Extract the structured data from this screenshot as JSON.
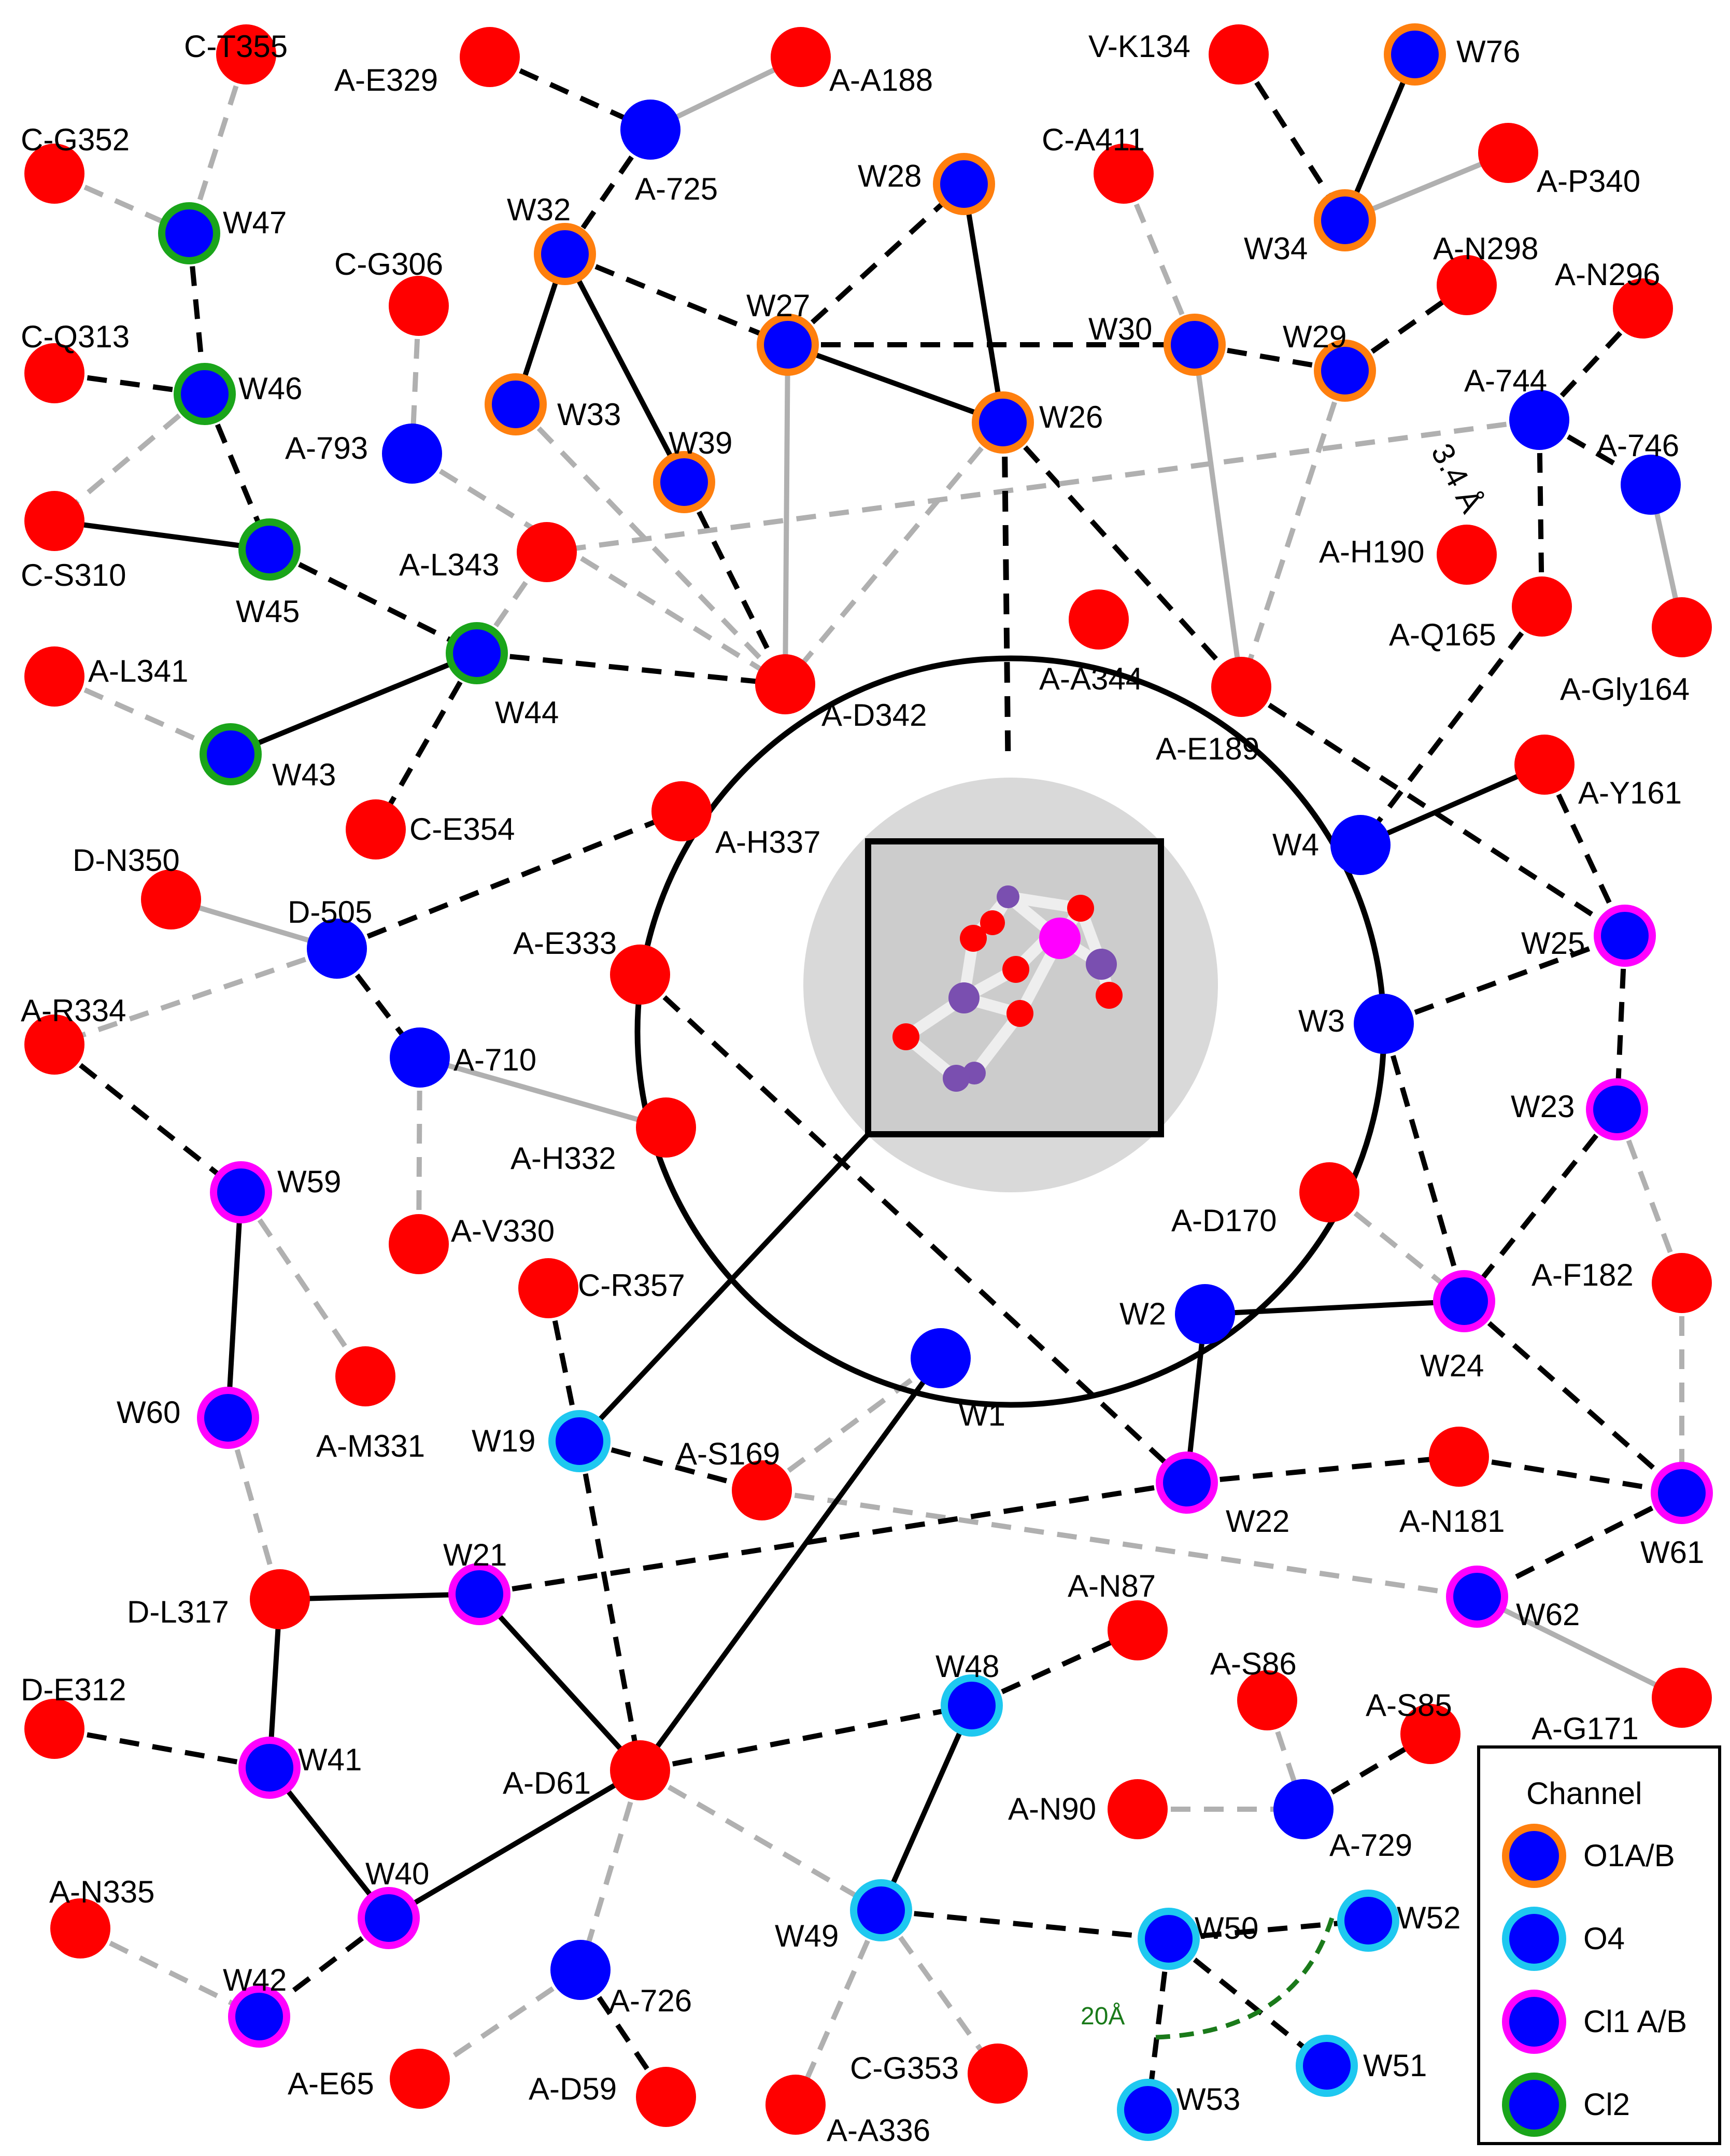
{
  "nodes": [
    {
      "id": "C-T355",
      "kind": "res",
      "label": "C-T355"
    },
    {
      "id": "A-E329",
      "kind": "res",
      "label": "A-E329"
    },
    {
      "id": "A-A188",
      "kind": "res",
      "label": "A-A188"
    },
    {
      "id": "A-725",
      "kind": "ion",
      "label": "A-725"
    },
    {
      "id": "V-K134",
      "kind": "res",
      "label": "V-K134"
    },
    {
      "id": "W76",
      "kind": "water",
      "channel": "o1",
      "label": "W76"
    },
    {
      "id": "C-G352",
      "kind": "res",
      "label": "C-G352"
    },
    {
      "id": "W47",
      "kind": "water",
      "channel": "cl2",
      "label": "W47"
    },
    {
      "id": "C-A411",
      "kind": "res",
      "label": "C-A411"
    },
    {
      "id": "W28",
      "kind": "water",
      "channel": "o1",
      "label": "W28"
    },
    {
      "id": "A-P340",
      "kind": "res",
      "label": "A-P340"
    },
    {
      "id": "W32",
      "kind": "water",
      "channel": "o1",
      "label": "W32"
    },
    {
      "id": "W34",
      "kind": "water",
      "channel": "o1",
      "label": "W34"
    },
    {
      "id": "C-G306",
      "kind": "res",
      "label": "C-G306"
    },
    {
      "id": "A-N298",
      "kind": "res",
      "label": "A-N298"
    },
    {
      "id": "A-N296",
      "kind": "res",
      "label": "A-N296"
    },
    {
      "id": "C-Q313",
      "kind": "res",
      "label": "C-Q313"
    },
    {
      "id": "W46",
      "kind": "water",
      "channel": "cl2",
      "label": "W46"
    },
    {
      "id": "W27",
      "kind": "water",
      "channel": "o1",
      "label": "W27"
    },
    {
      "id": "W30",
      "kind": "water",
      "channel": "o1",
      "label": "W30"
    },
    {
      "id": "W29",
      "kind": "water",
      "channel": "o1",
      "label": "W29"
    },
    {
      "id": "W33",
      "kind": "water",
      "channel": "o1",
      "label": "W33"
    },
    {
      "id": "A-793",
      "kind": "ion",
      "label": "A-793"
    },
    {
      "id": "W39",
      "kind": "water",
      "channel": "o1",
      "label": "W39"
    },
    {
      "id": "W26",
      "kind": "water",
      "channel": "o1",
      "label": "W26"
    },
    {
      "id": "A-744",
      "kind": "ion",
      "label": "A-744"
    },
    {
      "id": "A-746",
      "kind": "ion",
      "label": "A-746"
    },
    {
      "id": "C-S310",
      "kind": "res",
      "label": "C-S310"
    },
    {
      "id": "W45",
      "kind": "water",
      "channel": "cl2",
      "label": "W45"
    },
    {
      "id": "A-L343",
      "kind": "res",
      "label": "A-L343"
    },
    {
      "id": "A-H190",
      "kind": "res",
      "label": "A-H190"
    },
    {
      "id": "A-Q165",
      "kind": "res",
      "label": "A-Q165"
    },
    {
      "id": "A-Gly164",
      "kind": "res",
      "label": "A-Gly164"
    },
    {
      "id": "A-A344",
      "kind": "res",
      "label": "A-A344"
    },
    {
      "id": "A-L341",
      "kind": "res",
      "label": "A-L341"
    },
    {
      "id": "W44",
      "kind": "water",
      "channel": "cl2",
      "label": "W44"
    },
    {
      "id": "A-D342",
      "kind": "res",
      "label": "A-D342"
    },
    {
      "id": "A-E189",
      "kind": "res",
      "label": "A-E189"
    },
    {
      "id": "W43",
      "kind": "water",
      "channel": "cl2",
      "label": "W43"
    },
    {
      "id": "A-Y161",
      "kind": "res",
      "label": "A-Y161"
    },
    {
      "id": "C-E354",
      "kind": "res",
      "label": "C-E354"
    },
    {
      "id": "A-H337",
      "kind": "res",
      "label": "A-H337"
    },
    {
      "id": "W4",
      "kind": "ion",
      "label": "W4"
    },
    {
      "id": "D-N350",
      "kind": "res",
      "label": "D-N350"
    },
    {
      "id": "D-505",
      "kind": "ion",
      "label": "D-505"
    },
    {
      "id": "W25",
      "kind": "water",
      "channel": "cl1",
      "label": "W25"
    },
    {
      "id": "A-E333",
      "kind": "res",
      "label": "A-E333"
    },
    {
      "id": "A-R334",
      "kind": "res",
      "label": "A-R334"
    },
    {
      "id": "W3",
      "kind": "ion",
      "label": "W3"
    },
    {
      "id": "A-710",
      "kind": "ion",
      "label": "A-710"
    },
    {
      "id": "W23",
      "kind": "water",
      "channel": "cl1",
      "label": "W23"
    },
    {
      "id": "A-H332",
      "kind": "res",
      "label": "A-H332"
    },
    {
      "id": "W59",
      "kind": "water",
      "channel": "cl1",
      "label": "W59"
    },
    {
      "id": "A-D170",
      "kind": "res",
      "label": "A-D170"
    },
    {
      "id": "A-V330",
      "kind": "res",
      "label": "A-V330"
    },
    {
      "id": "A-F182",
      "kind": "res",
      "label": "A-F182"
    },
    {
      "id": "C-R357",
      "kind": "res",
      "label": "C-R357"
    },
    {
      "id": "W24",
      "kind": "water",
      "channel": "cl1",
      "label": "W24"
    },
    {
      "id": "W2",
      "kind": "ion",
      "label": "W2"
    },
    {
      "id": "W1",
      "kind": "ion",
      "label": "W1"
    },
    {
      "id": "A-M331",
      "kind": "res",
      "label": "A-M331"
    },
    {
      "id": "W60",
      "kind": "water",
      "channel": "cl1",
      "label": "W60"
    },
    {
      "id": "W19",
      "kind": "water",
      "channel": "o4",
      "label": "W19"
    },
    {
      "id": "A-S169",
      "kind": "res",
      "label": "A-S169"
    },
    {
      "id": "W22",
      "kind": "water",
      "channel": "cl1",
      "label": "W22"
    },
    {
      "id": "A-N181",
      "kind": "res",
      "label": "A-N181"
    },
    {
      "id": "W61",
      "kind": "water",
      "channel": "cl1",
      "label": "W61"
    },
    {
      "id": "W21",
      "kind": "water",
      "channel": "cl1",
      "label": "W21"
    },
    {
      "id": "D-L317",
      "kind": "res",
      "label": "D-L317"
    },
    {
      "id": "A-N87",
      "kind": "res",
      "label": "A-N87"
    },
    {
      "id": "W62",
      "kind": "water",
      "channel": "cl1",
      "label": "W62"
    },
    {
      "id": "W48",
      "kind": "water",
      "channel": "o4",
      "label": "W48"
    },
    {
      "id": "A-S86",
      "kind": "res",
      "label": "A-S86"
    },
    {
      "id": "A-G171",
      "kind": "res",
      "label": "A-G171"
    },
    {
      "id": "D-E312",
      "kind": "res",
      "label": "D-E312"
    },
    {
      "id": "W41",
      "kind": "water",
      "channel": "cl1",
      "label": "W41"
    },
    {
      "id": "A-D61",
      "kind": "res",
      "label": "A-D61"
    },
    {
      "id": "A-S85",
      "kind": "res",
      "label": "A-S85"
    },
    {
      "id": "A-N90",
      "kind": "res",
      "label": "A-N90"
    },
    {
      "id": "A-729",
      "kind": "ion",
      "label": "A-729"
    },
    {
      "id": "A-N335",
      "kind": "res",
      "label": "A-N335"
    },
    {
      "id": "W40",
      "kind": "water",
      "channel": "cl1",
      "label": "W40"
    },
    {
      "id": "W49",
      "kind": "water",
      "channel": "o4",
      "label": "W49"
    },
    {
      "id": "W50",
      "kind": "water",
      "channel": "o4",
      "label": "W50"
    },
    {
      "id": "W52",
      "kind": "water",
      "channel": "o4",
      "label": "W52"
    },
    {
      "id": "W42",
      "kind": "water",
      "channel": "cl1",
      "label": "W42"
    },
    {
      "id": "A-726",
      "kind": "ion",
      "label": "A-726"
    },
    {
      "id": "A-E65",
      "kind": "res",
      "label": "A-E65"
    },
    {
      "id": "A-D59",
      "kind": "res",
      "label": "A-D59"
    },
    {
      "id": "C-G353",
      "kind": "res",
      "label": "C-G353"
    },
    {
      "id": "A-A336",
      "kind": "res",
      "label": "A-A336"
    },
    {
      "id": "W51",
      "kind": "water",
      "channel": "o4",
      "label": "W51"
    },
    {
      "id": "W53",
      "kind": "water",
      "channel": "o4",
      "label": "W53"
    }
  ],
  "edges": [
    {
      "a": "C-T355",
      "b": "W47",
      "style": "gray-dash"
    },
    {
      "a": "C-G352",
      "b": "W47",
      "style": "gray-dash"
    },
    {
      "a": "W47",
      "b": "W46",
      "style": "black-dash"
    },
    {
      "a": "C-Q313",
      "b": "W46",
      "style": "black-dash"
    },
    {
      "a": "W46",
      "b": "C-S310",
      "style": "gray-dash"
    },
    {
      "a": "W46",
      "b": "W45",
      "style": "black-dash"
    },
    {
      "a": "C-S310",
      "b": "W45",
      "style": "black-solid"
    },
    {
      "a": "W45",
      "b": "W44",
      "style": "black-dash"
    },
    {
      "a": "A-L341",
      "b": "W43",
      "style": "gray-dash"
    },
    {
      "a": "W43",
      "b": "W44",
      "style": "black-solid"
    },
    {
      "a": "W44",
      "b": "C-E354",
      "style": "black-dash"
    },
    {
      "a": "W44",
      "b": "A-L343",
      "style": "gray-dash"
    },
    {
      "a": "W44",
      "b": "A-D342",
      "style": "black-dash"
    },
    {
      "a": "A-E329",
      "b": "A-725",
      "style": "black-dash"
    },
    {
      "a": "A-725",
      "b": "A-A188",
      "style": "gray-solid"
    },
    {
      "a": "A-725",
      "b": "W32",
      "style": "black-dash"
    },
    {
      "a": "W32",
      "b": "W33",
      "style": "black-solid"
    },
    {
      "a": "W32",
      "b": "W39",
      "style": "black-solid"
    },
    {
      "a": "W32",
      "b": "W27",
      "style": "black-dash"
    },
    {
      "a": "C-G306",
      "b": "A-793",
      "style": "gray-dash"
    },
    {
      "a": "A-793",
      "b": "A-D342",
      "style": "gray-dash"
    },
    {
      "a": "W33",
      "b": "A-D342",
      "style": "gray-dash"
    },
    {
      "a": "W39",
      "b": "A-D342",
      "style": "black-dash"
    },
    {
      "a": "W27",
      "b": "A-D342",
      "style": "gray-solid"
    },
    {
      "a": "W26",
      "b": "A-D342",
      "style": "gray-dash"
    },
    {
      "a": "W27",
      "b": "W28",
      "style": "black-dash"
    },
    {
      "a": "W28",
      "b": "W26",
      "style": "black-solid"
    },
    {
      "a": "W27",
      "b": "W26",
      "style": "black-solid"
    },
    {
      "a": "W27",
      "b": "W30",
      "style": "black-dash"
    },
    {
      "a": "W30",
      "b": "W29",
      "style": "black-dash"
    },
    {
      "a": "W29",
      "b": "A-N298",
      "style": "black-dash"
    },
    {
      "a": "C-A411",
      "b": "W30",
      "style": "gray-dash"
    },
    {
      "a": "W30",
      "b": "A-E189",
      "style": "gray-solid"
    },
    {
      "a": "W29",
      "b": "A-E189",
      "style": "gray-dash"
    },
    {
      "a": "W26",
      "b": "A-E189",
      "style": "black-dash"
    },
    {
      "a": "V-K134",
      "b": "W34",
      "style": "black-dash"
    },
    {
      "a": "W76",
      "b": "W34",
      "style": "black-solid"
    },
    {
      "a": "W34",
      "b": "A-P340",
      "style": "gray-solid"
    },
    {
      "a": "A-N296",
      "b": "A-744",
      "style": "black-dash"
    },
    {
      "a": "A-744",
      "b": "A-746",
      "style": "black-dash"
    },
    {
      "a": "A-744",
      "b": "A-L343",
      "style": "gray-dash"
    },
    {
      "a": "A-744",
      "b": "A-Q165",
      "style": "black-dash"
    },
    {
      "a": "A-746",
      "b": "A-Gly164",
      "style": "gray-solid"
    },
    {
      "a": "A-Q165",
      "b": "W4",
      "style": "black-dash"
    },
    {
      "a": "W4",
      "b": "A-Y161",
      "style": "black-solid"
    },
    {
      "a": "A-E189",
      "b": "W25",
      "style": "black-dash"
    },
    {
      "a": "A-Y161",
      "b": "W25",
      "style": "black-dash"
    },
    {
      "a": "W3",
      "b": "W25",
      "style": "black-dash"
    },
    {
      "a": "W25",
      "b": "W23",
      "style": "black-dash"
    },
    {
      "a": "W3",
      "b": "W24",
      "style": "black-dash"
    },
    {
      "a": "W23",
      "b": "W24",
      "style": "black-dash"
    },
    {
      "a": "W23",
      "b": "A-F182",
      "style": "gray-dash"
    },
    {
      "a": "A-D170",
      "b": "W24",
      "style": "gray-dash"
    },
    {
      "a": "A-F182",
      "b": "W61",
      "style": "gray-dash"
    },
    {
      "a": "W2",
      "b": "W24",
      "style": "black-solid"
    },
    {
      "a": "W24",
      "b": "W61",
      "style": "black-dash"
    },
    {
      "a": "W2",
      "b": "W22",
      "style": "black-solid"
    },
    {
      "a": "W22",
      "b": "A-N181",
      "style": "black-dash"
    },
    {
      "a": "A-N181",
      "b": "W61",
      "style": "black-dash"
    },
    {
      "a": "W61",
      "b": "W62",
      "style": "black-dash"
    },
    {
      "a": "W62",
      "b": "A-G171",
      "style": "gray-solid"
    },
    {
      "a": "A-S169",
      "b": "W62",
      "style": "gray-dash"
    },
    {
      "a": "A-S169",
      "b": "W1",
      "style": "gray-dash"
    },
    {
      "a": "A-E333",
      "b": "W22",
      "style": "black-dash"
    },
    {
      "a": "W21",
      "b": "W22",
      "style": "black-dash"
    },
    {
      "a": "D-N350",
      "b": "D-505",
      "style": "gray-solid"
    },
    {
      "a": "D-505",
      "b": "A-H337",
      "style": "black-dash"
    },
    {
      "a": "D-505",
      "b": "A-R334",
      "style": "gray-dash"
    },
    {
      "a": "D-505",
      "b": "A-710",
      "style": "black-dash"
    },
    {
      "a": "A-710",
      "b": "A-H332",
      "style": "gray-solid"
    },
    {
      "a": "A-710",
      "b": "A-V330",
      "style": "gray-dash"
    },
    {
      "a": "A-R334",
      "b": "W59",
      "style": "black-dash"
    },
    {
      "a": "W59",
      "b": "A-M331",
      "style": "gray-dash"
    },
    {
      "a": "W59",
      "b": "W60",
      "style": "black-solid"
    },
    {
      "a": "W60",
      "b": "D-L317",
      "style": "gray-dash"
    },
    {
      "a": "D-L317",
      "b": "W21",
      "style": "black-solid"
    },
    {
      "a": "D-L317",
      "b": "W41",
      "style": "black-solid"
    },
    {
      "a": "D-E312",
      "b": "W41",
      "style": "black-dash"
    },
    {
      "a": "W41",
      "b": "W40",
      "style": "black-solid"
    },
    {
      "a": "W40",
      "b": "W42",
      "style": "black-dash"
    },
    {
      "a": "A-N335",
      "b": "W42",
      "style": "gray-dash"
    },
    {
      "a": "W40",
      "b": "A-D61",
      "style": "black-solid"
    },
    {
      "a": "W21",
      "b": "A-D61",
      "style": "black-solid"
    },
    {
      "a": "C-R357",
      "b": "W19",
      "style": "black-dash"
    },
    {
      "a": "W19",
      "b": "A-S169",
      "style": "black-dash"
    },
    {
      "a": "W19",
      "b": "A-D61",
      "style": "black-dash"
    },
    {
      "a": "W1",
      "b": "A-D61",
      "style": "black-solid"
    },
    {
      "a": "A-D61",
      "b": "W48",
      "style": "black-dash"
    },
    {
      "a": "W48",
      "b": "A-N87",
      "style": "black-dash"
    },
    {
      "a": "A-D61",
      "b": "W49",
      "style": "gray-dash"
    },
    {
      "a": "A-D61",
      "b": "A-726",
      "style": "gray-dash"
    },
    {
      "a": "A-726",
      "b": "A-E65",
      "style": "gray-dash"
    },
    {
      "a": "A-726",
      "b": "A-D59",
      "style": "black-dash"
    },
    {
      "a": "W48",
      "b": "W49",
      "style": "black-solid"
    },
    {
      "a": "W49",
      "b": "W50",
      "style": "black-dash"
    },
    {
      "a": "W49",
      "b": "A-A336",
      "style": "gray-dash"
    },
    {
      "a": "W49",
      "b": "C-G353",
      "style": "gray-dash"
    },
    {
      "a": "W50",
      "b": "W52",
      "style": "black-dash"
    },
    {
      "a": "W50",
      "b": "W51",
      "style": "black-dash"
    },
    {
      "a": "W50",
      "b": "W53",
      "style": "black-dash"
    },
    {
      "a": "A-S86",
      "b": "A-729",
      "style": "gray-dash"
    },
    {
      "a": "A-729",
      "b": "A-S85",
      "style": "black-dash"
    },
    {
      "a": "A-N90",
      "b": "A-729",
      "style": "gray-dash"
    }
  ],
  "annotations": {
    "distance_1": "3.4 Å",
    "distance_2": "20Å"
  },
  "legend": {
    "title": "Channel",
    "items": [
      {
        "channel": "o1",
        "label": "O1A/B"
      },
      {
        "channel": "o4",
        "label": "O4"
      },
      {
        "channel": "cl1",
        "label": "Cl1 A/B"
      },
      {
        "channel": "cl2",
        "label": "Cl2"
      }
    ]
  },
  "colors": {
    "residue": "#ff0000",
    "water_core": "#0000ff",
    "o1": "#ff7f0e",
    "o4": "#1ec8f0",
    "cl1": "#ff00ff",
    "cl2": "#1aa51a",
    "black_line": "#000000",
    "gray_line": "#b0b0b0",
    "annotation_green": "#1a7a1a"
  }
}
